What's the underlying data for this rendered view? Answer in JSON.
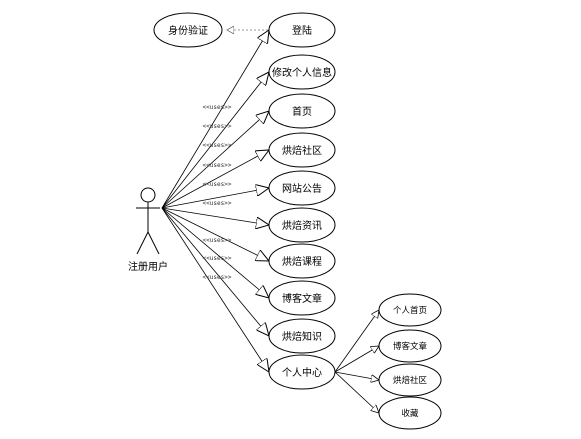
{
  "actor": {
    "label": "注册用户"
  },
  "stereotype": "<<uses>>",
  "auth_node": {
    "label": "身份验证"
  },
  "use_cases": [
    {
      "id": "login",
      "label": "登陆"
    },
    {
      "id": "edit-profile",
      "label": "修改个人信息"
    },
    {
      "id": "home",
      "label": "首页"
    },
    {
      "id": "baking-community",
      "label": "烘焙社区"
    },
    {
      "id": "site-announcement",
      "label": "网站公告"
    },
    {
      "id": "baking-news",
      "label": "烘焙资讯"
    },
    {
      "id": "baking-course",
      "label": "烘焙课程"
    },
    {
      "id": "blog-articles",
      "label": "博客文章"
    },
    {
      "id": "baking-knowledge",
      "label": "烘焙知识"
    },
    {
      "id": "personal-center",
      "label": "个人中心"
    }
  ],
  "sub_cases": [
    {
      "id": "personal-home",
      "label": "个人首页"
    },
    {
      "id": "blog-articles-sub",
      "label": "博客文章"
    },
    {
      "id": "baking-community-sub",
      "label": "烘焙社区"
    },
    {
      "id": "favorites",
      "label": "收藏"
    }
  ]
}
